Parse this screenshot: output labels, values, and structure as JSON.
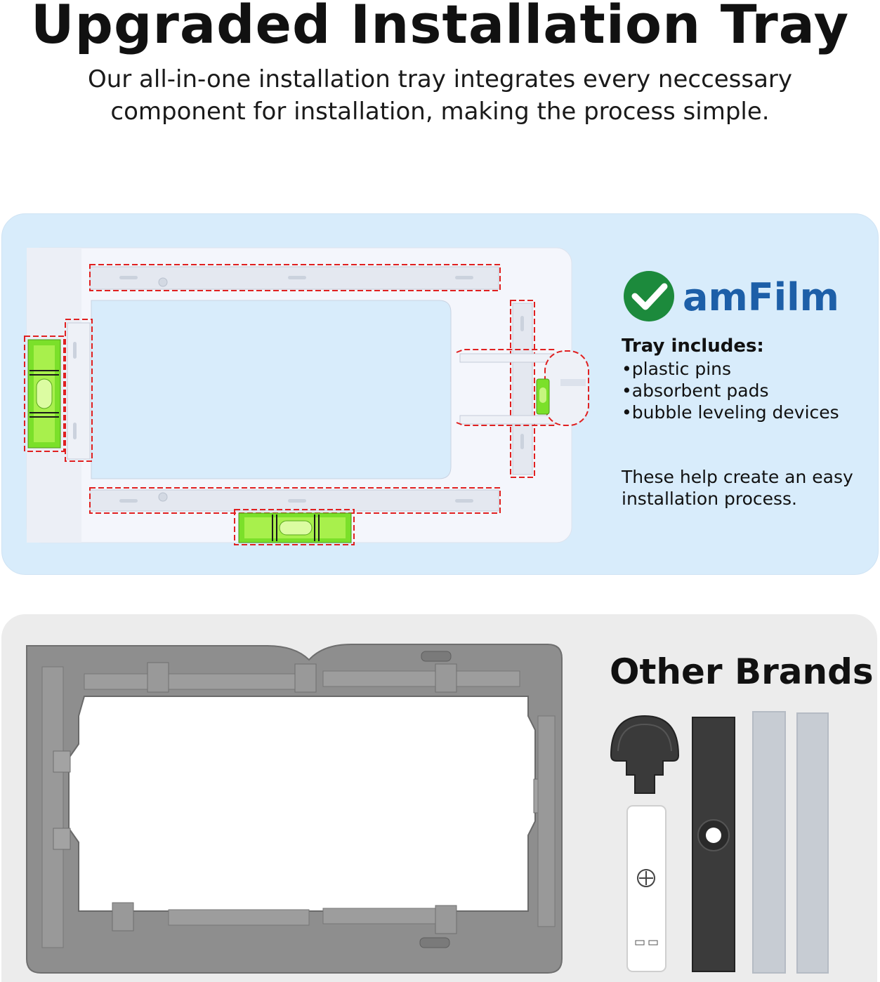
{
  "header": {
    "title": "Upgraded Installation Tray",
    "subtitle_line1": "Our all-in-one installation tray integrates every neccessary",
    "subtitle_line2": "component for installation, making the process simple."
  },
  "amfilm_panel": {
    "brand_name": "amFilm",
    "brand_icon": "check-circle-icon",
    "brand_color": "#1d5fa8",
    "check_color": "#1c8a3c",
    "tray_includes_title": "Tray includes:",
    "tray_items": [
      "plastic pins",
      "absorbent pads",
      "bubble leveling devices"
    ],
    "note_line1": "These help create an easy",
    "note_line2": "installation process.",
    "highlight_color": "#e02020",
    "bubble_color": "#7be02a"
  },
  "other_panel": {
    "title": "Other Brands",
    "tray_color": "#8e8e8e"
  }
}
